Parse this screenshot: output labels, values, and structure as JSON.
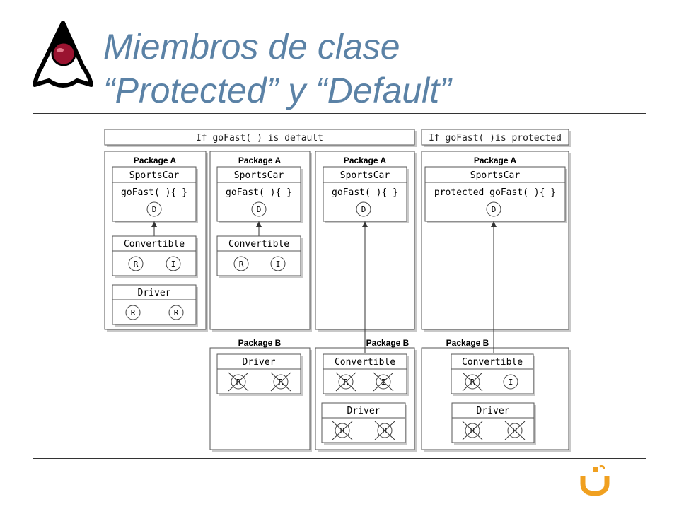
{
  "slide": {
    "title_line1": "Miembros de clase",
    "title_line2": "“Protected” y “Default”"
  },
  "diagram": {
    "header_default": "If goFast( ) is default",
    "header_protected": "If goFast( )is protected",
    "package_a_label": "Package A",
    "package_b_label": "Package B",
    "class_sportscar": "SportsCar",
    "class_convertible": "Convertible",
    "class_driver": "Driver",
    "method_default": "goFast( ){ }",
    "method_protected": "protected goFast( ){ }",
    "marker_d": "D",
    "marker_r": "R",
    "marker_i": "I"
  },
  "colors": {
    "title": "#5b82a6",
    "box_border": "#555555",
    "shadow": "#c8c8c8"
  },
  "icons": {
    "logo": "java-duke-icon",
    "footer": "smile-logo-icon"
  }
}
